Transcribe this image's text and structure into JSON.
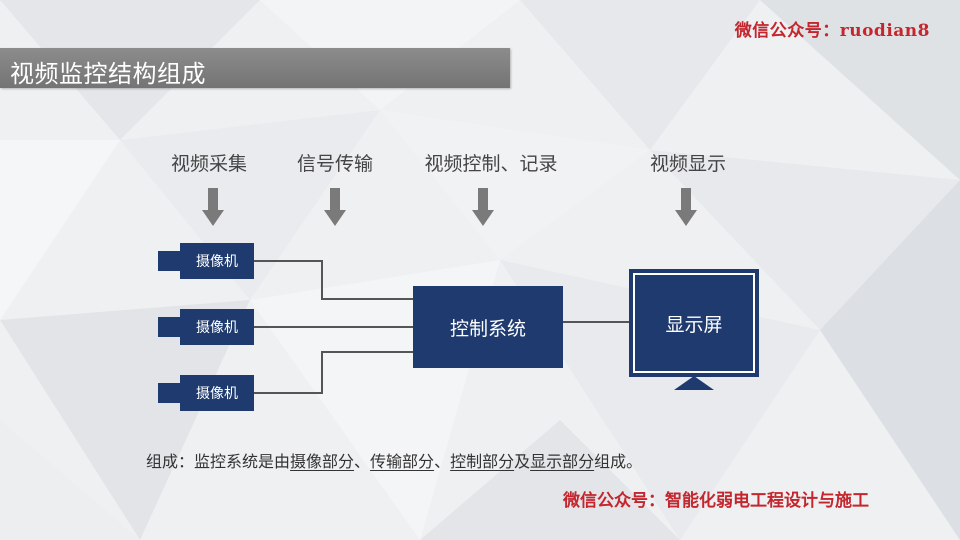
{
  "watermark_top": "微信公众号：ruodian8",
  "title": "视频监控结构组成",
  "stages": [
    {
      "label": "视频采集"
    },
    {
      "label": "信号传输"
    },
    {
      "label": "视频控制、记录"
    },
    {
      "label": "视频显示"
    }
  ],
  "cameras": [
    {
      "label": "摄像机"
    },
    {
      "label": "摄像机"
    },
    {
      "label": "摄像机"
    }
  ],
  "control_box": {
    "label": "控制系统"
  },
  "monitor": {
    "label": "显示屏"
  },
  "summary": {
    "prefix": "组成：监控系统是由",
    "part1": "摄像部分",
    "sep1": "、",
    "part2": "传输部分",
    "sep2": "、",
    "part3": "控制部分",
    "conj": "及",
    "part4": "显示部分",
    "suffix": "组成。"
  },
  "watermark_bottom": "微信公众号：智能化弱电工程设计与施工",
  "colors": {
    "node_fill": "#1f3a6e",
    "title_bar": "#808080",
    "arrow": "#7a7a7a",
    "watermark": "#c4262e",
    "wire": "#555555"
  }
}
